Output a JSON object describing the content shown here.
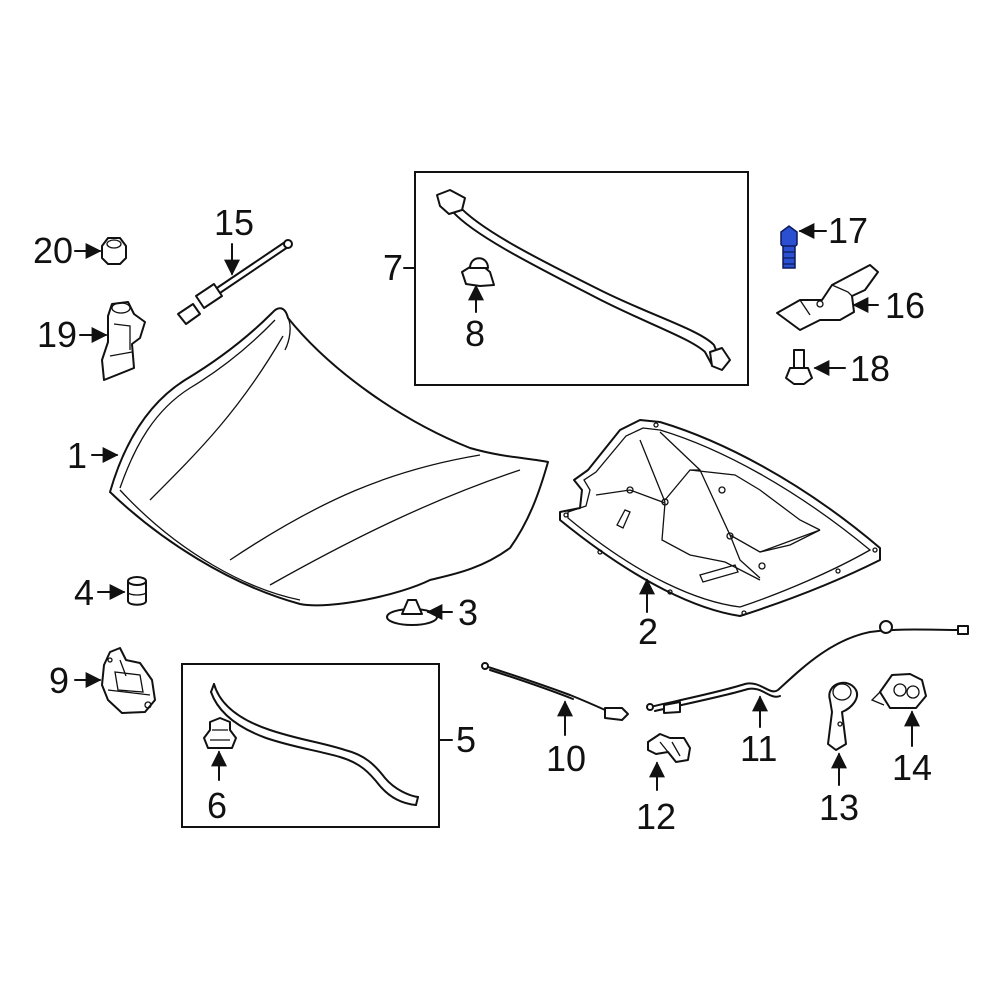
{
  "diagram": {
    "highlight_color": "#2a4fd0",
    "callouts": [
      {
        "id": "1",
        "label": "1"
      },
      {
        "id": "2",
        "label": "2"
      },
      {
        "id": "3",
        "label": "3"
      },
      {
        "id": "4",
        "label": "4"
      },
      {
        "id": "5",
        "label": "5"
      },
      {
        "id": "6",
        "label": "6"
      },
      {
        "id": "7",
        "label": "7"
      },
      {
        "id": "8",
        "label": "8"
      },
      {
        "id": "9",
        "label": "9"
      },
      {
        "id": "10",
        "label": "10"
      },
      {
        "id": "11",
        "label": "11"
      },
      {
        "id": "12",
        "label": "12"
      },
      {
        "id": "13",
        "label": "13"
      },
      {
        "id": "14",
        "label": "14"
      },
      {
        "id": "15",
        "label": "15"
      },
      {
        "id": "16",
        "label": "16"
      },
      {
        "id": "17",
        "label": "17",
        "highlighted": true
      },
      {
        "id": "18",
        "label": "18"
      },
      {
        "id": "19",
        "label": "19"
      },
      {
        "id": "20",
        "label": "20"
      }
    ]
  }
}
